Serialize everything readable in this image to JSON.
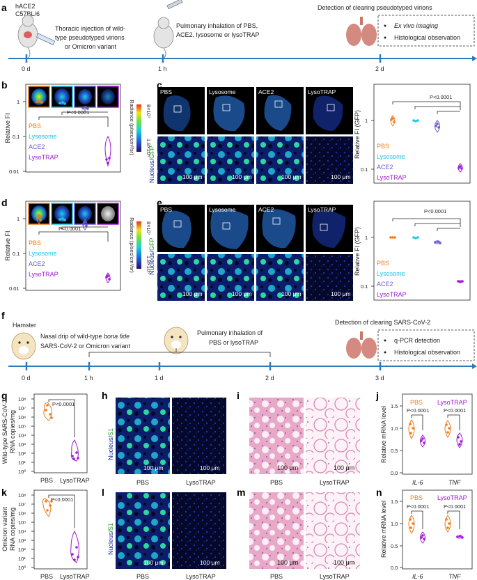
{
  "panels": [
    "a",
    "b",
    "c",
    "d",
    "e",
    "f",
    "g",
    "h",
    "i",
    "j",
    "k",
    "l",
    "m",
    "n"
  ],
  "colors": {
    "pbs": "#f07d1b",
    "lysosome": "#1ec6e6",
    "ace2": "#6a5acd",
    "lysotrap": "#a01ad6",
    "timeline": "#2b7bbd"
  },
  "a": {
    "mouse": [
      "hACE2",
      "C57BL/6"
    ],
    "step1": [
      "Thoracic injection of wild-",
      "type pseudotyped virions",
      "or Omicron variant"
    ],
    "step2": [
      "Pulmonary inhalation of PBS,",
      "ACE2, lysosome or lysoTRAP"
    ],
    "step3": "Detection of clearing pseudotyped virions",
    "box_items": [
      "Ex vivo imaging",
      "Histological observation"
    ],
    "times": [
      "0 d",
      "1 h",
      "2 d"
    ]
  },
  "bd": {
    "ylabel": "Relative FI",
    "yticks": [
      "1",
      "0.1",
      "0.01"
    ],
    "pval": "P<0.0001",
    "legend": [
      "PBS",
      "Lysosome",
      "ACE2",
      "LysoTRAP"
    ],
    "cbar_title": "Radiance (p/sec/cm²/sr)",
    "cbar_max": "8×10⁷",
    "cbar_min": "1.8×10⁵"
  },
  "ce": {
    "labels": [
      "PBS",
      "Lysosome",
      "ACE2",
      "LysoTRAP"
    ],
    "side_label_a": "Nucleus/",
    "side_label_b": "GFP",
    "scale": "100 μm",
    "ylabel": "Relative FI (GFP)",
    "yticks": [
      "1",
      "0.1"
    ],
    "pval": "P<0.0001",
    "legend": [
      "PBS",
      "Lysosome",
      "ACE2",
      "LysoTRAP"
    ]
  },
  "f": {
    "animal": "Hamster",
    "step1a": "Nasal drip of wild-type ",
    "step1b": "bona fide",
    "step1c": "SARS-CoV-2 or Omicron variant",
    "step2": [
      "Pulmonary inhalation of",
      "PBS or lysoTRAP"
    ],
    "step3": "Detection of clearing SARS-CoV-2",
    "box_items": [
      "q-PCR detection",
      "Histological observation"
    ],
    "times": [
      "0 d",
      "1 h",
      "1 d",
      "2 d",
      "3 d"
    ]
  },
  "gk": {
    "g_ylabel": [
      "Wild-type SARS-CoV-2",
      "RNA copies/mg"
    ],
    "k_ylabel": [
      "Omicron variant",
      "RNA copies/mg"
    ],
    "yticks": [
      "10⁸",
      "10⁷",
      "10⁶",
      "10⁵",
      "10⁴",
      "10³",
      "10²",
      "10¹",
      "10⁰"
    ],
    "groups": [
      "PBS",
      "LysoTRAP"
    ],
    "pval": "P<0.0001"
  },
  "hl": {
    "side_a": "Nucleus/",
    "side_b": "S1",
    "groups": [
      "PBS",
      "LysoTRAP"
    ],
    "scale": "100 μm"
  },
  "im": {
    "groups": [
      "PBS",
      "LysoTRAP"
    ],
    "scale": "100 μm"
  },
  "jn": {
    "ylabel": "Relative mRNA level",
    "yticks": [
      "1.5",
      "1.0",
      "0.5",
      "0.0"
    ],
    "legend": [
      "PBS",
      "LysoTRAP"
    ],
    "pval": "P<0.0001",
    "genes": [
      "IL-6",
      "TNF"
    ]
  }
}
